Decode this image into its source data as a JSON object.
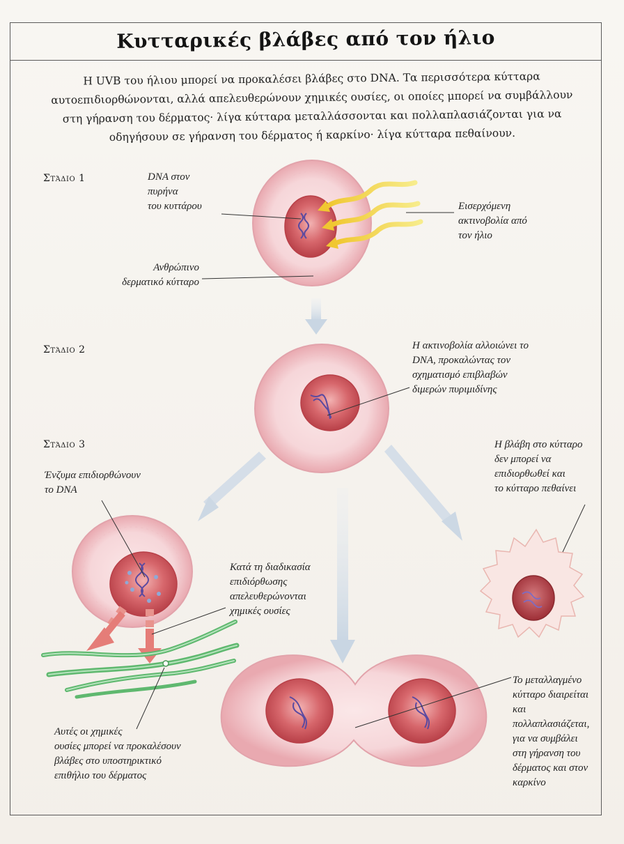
{
  "title": "Κυτταρικές βλάβες από τον ήλιο",
  "intro": {
    "line1": "Η UVB του ήλιου μπορεί να προκαλέσει βλάβες στο DNA. Τα περισσότερα κύτταρα",
    "line2": "αυτοεπιδιορθώνονται, αλλά απελευθερώνουν χημικές ουσίες, οι οποίες μπορεί να συμβάλλουν",
    "line3": "στη γήρανση του δέρματος· λίγα κύτταρα μεταλλάσσονται και πολλαπλασιάζονται για να",
    "line4": "οδηγήσουν σε γήρανση του δέρματος ή καρκίνο· λίγα κύτταρα πεθαίνουν."
  },
  "stages": {
    "stage1": "Στάδιο 1",
    "stage2": "Στάδιο 2",
    "stage3": "Στάδιο 3"
  },
  "labels": {
    "dna_nucleus": [
      "DNA στον",
      "πυρήνα",
      "του κυττάρου"
    ],
    "incoming_radiation": [
      "Εισερχόμενη",
      "ακτινοβολία από",
      "τον ήλιο"
    ],
    "human_skin_cell": [
      "Ανθρώπινο",
      "δερματικό κύτταρο"
    ],
    "radiation_alters": [
      "Η ακτινοβολία αλλοιώνει το",
      "DNA, προκαλώντας τον",
      "σχηματισμό επιβλαβών",
      "διμερών πυριμιδίνης"
    ],
    "enzymes_repair": [
      "Ένζυμα επιδιορθώνουν",
      "το DNA"
    ],
    "cell_dies": [
      "Η βλάβη στο κύτταρο",
      "δεν μπορεί να",
      "επιδιορθωθεί και",
      "το κύτταρο πεθαίνει"
    ],
    "repair_releases": [
      "Κατά τη διαδικασία",
      "επιδιόρθωσης",
      "απελευθερώνονται",
      "χημικές ουσίες"
    ],
    "chemicals_damage": [
      "Αυτές οι χημικές",
      "ουσίες μπορεί να προκαλέσουν",
      "βλάβες στο υποστηρικτικό",
      "επιθήλιο του δέρματος"
    ],
    "mutated_divides": [
      "Το μεταλλαγμένο",
      "κύτταρο διαιρείται",
      "και",
      "πολλαπλασιάζεται,",
      "για να συμβάλει",
      "στη γήρανση του",
      "δέρματος και στον",
      "καρκίνο"
    ]
  },
  "colors": {
    "cell_outer": "#f4cfd3",
    "cell_edge": "#e6a7ae",
    "nucleus": "#c8545c",
    "nucleus_light": "#e48d92",
    "dna": "#5b4aa0",
    "ray": "#f2d640",
    "flow_arrow": "#d3dde8",
    "chem_arrow": "#e57d78",
    "fiber": "#5fb86f"
  }
}
